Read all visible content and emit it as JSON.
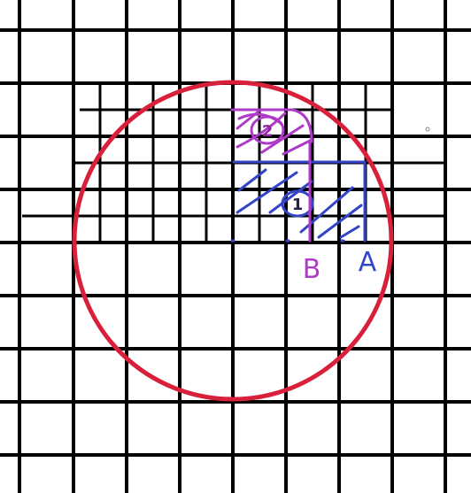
{
  "figure": {
    "colors": {
      "background": "#ffffff",
      "grid": "#000000",
      "circle": "#d8203a",
      "region_a": "#3344c8",
      "region_b": "#b03ac8"
    },
    "labels": {
      "region_one": "1",
      "region_two": "2",
      "line_b": "B",
      "line_a": "A"
    }
  }
}
